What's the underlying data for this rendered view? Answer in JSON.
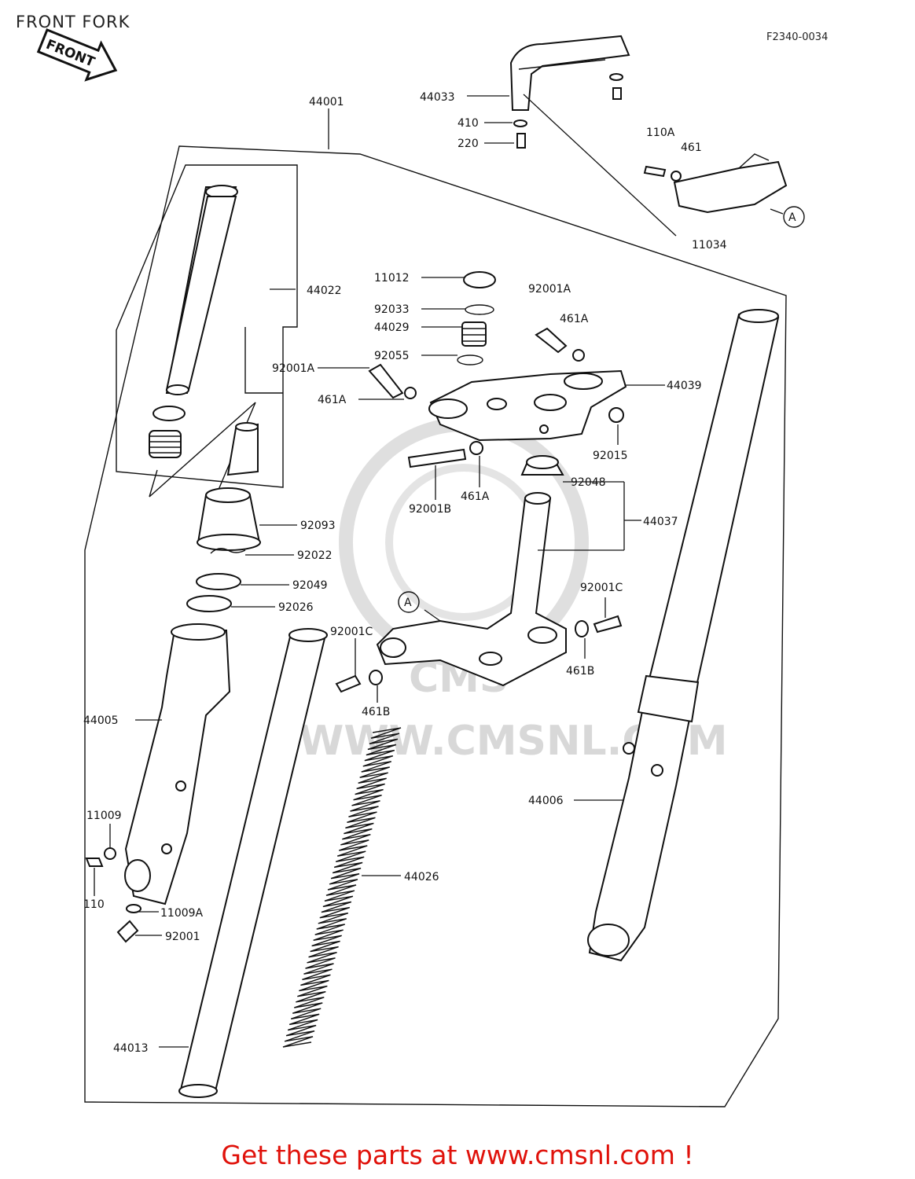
{
  "header": {
    "title": "FRONT FORK",
    "diagram_code": "F2340-0034",
    "front_tag": "FRONT"
  },
  "watermark": {
    "text": "WWW.CMSNL.COM",
    "logo": "CMS"
  },
  "footer": {
    "text": "Get these parts at www.cmsnl.com !"
  },
  "parts": [
    {
      "number": "44001"
    },
    {
      "number": "44033"
    },
    {
      "number": "410"
    },
    {
      "number": "220"
    },
    {
      "number": "110A"
    },
    {
      "number": "461"
    },
    {
      "number": "11034"
    },
    {
      "number": "A"
    },
    {
      "number": "44022"
    },
    {
      "number": "11012"
    },
    {
      "number": "92033"
    },
    {
      "number": "44029"
    },
    {
      "number": "92055"
    },
    {
      "number": "92001A"
    },
    {
      "number": "461A"
    },
    {
      "number": "92001A"
    },
    {
      "number": "461A"
    },
    {
      "number": "44039"
    },
    {
      "number": "92015"
    },
    {
      "number": "92001B"
    },
    {
      "number": "461A"
    },
    {
      "number": "92048"
    },
    {
      "number": "44037"
    },
    {
      "number": "92093"
    },
    {
      "number": "92022"
    },
    {
      "number": "92049"
    },
    {
      "number": "92026"
    },
    {
      "number": "A"
    },
    {
      "number": "92001C"
    },
    {
      "number": "92001C"
    },
    {
      "number": "461B"
    },
    {
      "number": "461B"
    },
    {
      "number": "44005"
    },
    {
      "number": "44006"
    },
    {
      "number": "11009"
    },
    {
      "number": "110"
    },
    {
      "number": "11009A"
    },
    {
      "number": "92001"
    },
    {
      "number": "44026"
    },
    {
      "number": "44013"
    }
  ]
}
